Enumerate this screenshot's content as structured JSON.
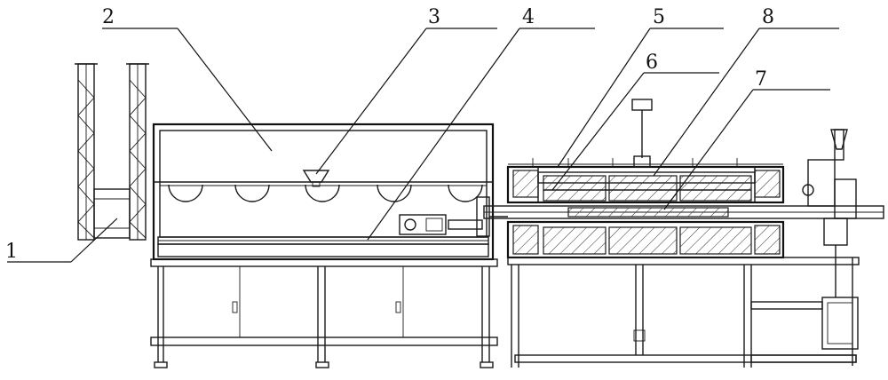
{
  "figure": {
    "type": "mechanical-assembly-drawing",
    "line_color": "#1a1a1a",
    "background": "#ffffff",
    "callouts": [
      {
        "label": "1",
        "part": "part-1"
      },
      {
        "label": "2",
        "part": "part-2"
      },
      {
        "label": "3",
        "part": "part-3"
      },
      {
        "label": "4",
        "part": "part-4"
      },
      {
        "label": "5",
        "part": "part-5"
      },
      {
        "label": "6",
        "part": "part-6"
      },
      {
        "label": "7",
        "part": "part-7"
      },
      {
        "label": "8",
        "part": "part-8"
      }
    ]
  }
}
